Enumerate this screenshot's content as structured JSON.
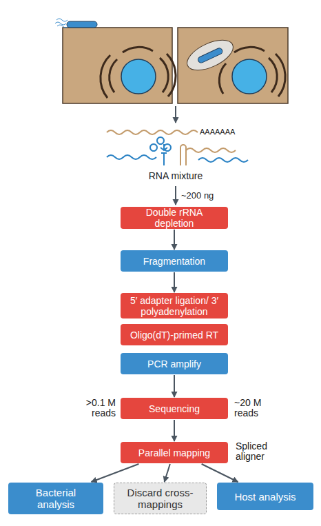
{
  "diagram": {
    "nodes": [
      {
        "text": [
          "Double rRNA depletion"
        ]
      },
      {
        "text": [
          "Fragmentation"
        ]
      },
      {
        "text": [
          "5′ adapter ligation/ 3′ polyadenylation"
        ]
      },
      {
        "text": [
          "Oligo(dT)-primed RT"
        ]
      },
      {
        "text": [
          "PCR amplify"
        ]
      },
      {
        "text": [
          "Sequencing"
        ]
      },
      {
        "text": [
          "Parallel mapping"
        ]
      },
      {
        "text": [
          "Bacterial analysis"
        ]
      },
      {
        "text": [
          "Discard cross-mappings"
        ]
      },
      {
        "text": [
          "Host analysis"
        ]
      }
    ],
    "edges": [
      {
        "from": 0,
        "to": 1,
        "arrow": "to"
      },
      {
        "from": 1,
        "to": 2,
        "arrow": "to"
      },
      {
        "from": 4,
        "to": 5,
        "arrow": "to"
      },
      {
        "from": 5,
        "to": 6,
        "arrow": "to"
      },
      {
        "from": 6,
        "to": 7,
        "arrow": "to"
      },
      {
        "from": 6,
        "to": 8,
        "arrow": "to"
      },
      {
        "from": 6,
        "to": 9,
        "arrow": "to"
      }
    ],
    "labels": [
      "AAAAAAA",
      "RNA mixture",
      "~200 ng",
      ">0.1 M reads",
      "~20 M reads",
      "Spliced aligner"
    ]
  }
}
